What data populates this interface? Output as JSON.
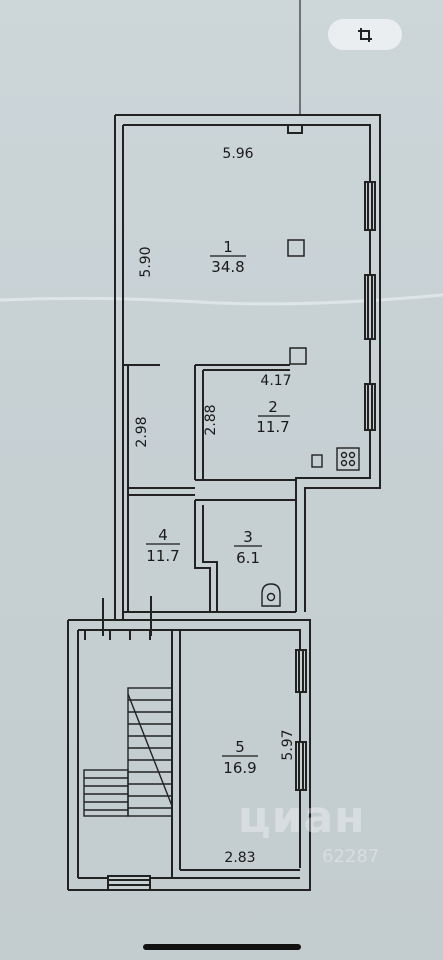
{
  "toolbar": {
    "crop_icon": "crop-icon"
  },
  "rooms": [
    {
      "number": "1",
      "area": "34.8"
    },
    {
      "number": "2",
      "area": "11.7"
    },
    {
      "number": "3",
      "area": "6.1"
    },
    {
      "number": "4",
      "area": "11.7"
    },
    {
      "number": "5",
      "area": "16.9"
    }
  ],
  "dimensions": {
    "room1_width": "5.96",
    "room1_height": "5.90",
    "room2_width": "4.17",
    "room2_height": "2.88",
    "corridor_height": "2.98",
    "room5_height": "5.97",
    "room5_width": "2.83"
  },
  "watermark": {
    "logo": "циан",
    "id": "62287"
  }
}
